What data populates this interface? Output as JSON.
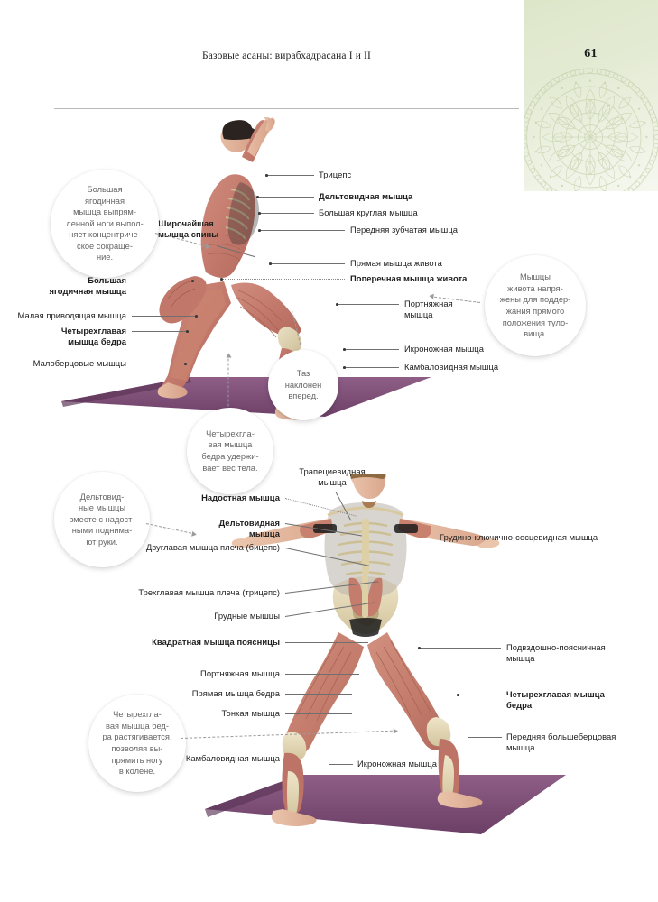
{
  "page": {
    "running_title": "Базовые асаны: вирабхадрасана I и II",
    "folio": "61",
    "accent_green": "#dde6c9",
    "mat_purple": "#7e4f77",
    "muscle_red": "#c97f72",
    "bone_cream": "#e0d6b8"
  },
  "figure_top": {
    "name": "Вирабхадрасана I — вид сбоку",
    "labels_left": [
      {
        "text": "Большая\nягодичная мышца",
        "bold": true
      },
      {
        "text": "Малая приводящая мышца",
        "bold": false
      },
      {
        "text": "Четырехглавая\nмышца бедра",
        "bold": true
      },
      {
        "text": "Малоберцовые мышцы",
        "bold": false
      }
    ],
    "labels_right": [
      {
        "text": "Трицепс",
        "bold": false
      },
      {
        "text": "Дельтовидная мышца",
        "bold": true
      },
      {
        "text": "Большая круглая мышца",
        "bold": false
      },
      {
        "text": "Передняя зубчатая мышца",
        "bold": false
      },
      {
        "text": "Прямая мышца живота",
        "bold": false
      },
      {
        "text": "Поперечная мышца живота",
        "bold": true
      },
      {
        "text": "Портняжная\nмышца",
        "bold": false
      },
      {
        "text": "Икроножная мышца",
        "bold": false
      },
      {
        "text": "Камбаловидная мышца",
        "bold": false
      }
    ],
    "label_center": {
      "text": "Широчайшая\nмышца спины",
      "bold": true
    },
    "bubbles": [
      {
        "text": "Большая\nягодичная\nмышца выпрям-\nленной ноги выпол-\nняет концентриче-\nское сокраще-\nние."
      },
      {
        "text": "Мышцы\nживота напря-\nжены для поддер-\nжания прямого\nположения туло-\nвища."
      },
      {
        "text": "Таз\nнаклонен\nвперед."
      },
      {
        "text": "Четырехгла-\nвая мышца\nбедра удержи-\nвает вес тела."
      }
    ]
  },
  "figure_bottom": {
    "name": "Вирабхадрасана II — вид спереди",
    "labels_left": [
      {
        "text": "Надостная мышца",
        "bold": true
      },
      {
        "text": "Дельтовидная\nмышца",
        "bold": true
      },
      {
        "text": "Двуглавая мышца плеча (бицепс)",
        "bold": false
      },
      {
        "text": "Трехглавая мышца плеча (трицепс)",
        "bold": false
      },
      {
        "text": "Грудные мышцы",
        "bold": false
      },
      {
        "text": "Квадратная мышца поясницы",
        "bold": true
      },
      {
        "text": "Портняжная мышца",
        "bold": false
      },
      {
        "text": "Прямая мышца бедра",
        "bold": false
      },
      {
        "text": "Тонкая мышца",
        "bold": false
      },
      {
        "text": "Камбаловидная мышца",
        "bold": false
      }
    ],
    "labels_right": [
      {
        "text": "Грудино-ключично-сосцевидная мышца",
        "bold": false
      },
      {
        "text": "Подвздошно-поясничная\nмышца",
        "bold": false
      },
      {
        "text": "Четырехглавая мышца\nбедра",
        "bold": true
      },
      {
        "text": "Передняя большеберцовая\nмышца",
        "bold": false
      }
    ],
    "label_top": {
      "text": "Трапециевидная\nмышца",
      "bold": false
    },
    "label_inner": {
      "text": "Икроножная мышца",
      "bold": false
    },
    "bubbles": [
      {
        "text": "Дельтовид-\nные мышцы\nвместе с надост-\nными поднима-\nют руки."
      },
      {
        "text": "Четырехгла-\nвая мышца бед-\nра растягивается,\nпозволяя вы-\nпрямить ногу\nв колене."
      }
    ]
  }
}
